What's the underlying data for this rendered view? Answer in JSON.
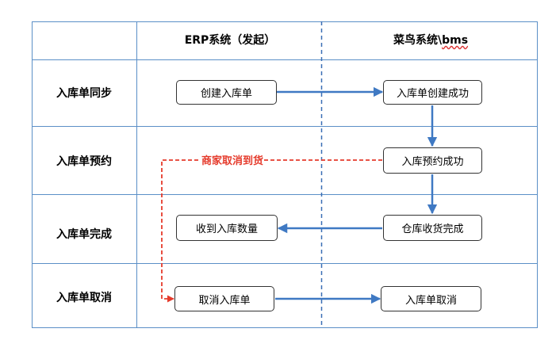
{
  "colors": {
    "arrow_blue": "#3f79c3",
    "arrow_red": "#e53b2c",
    "grid": "#5b8fc7",
    "divider": "#3a6fb5"
  },
  "header": {
    "erp": "ERP系统（发起）",
    "cainiao_prefix": "菜鸟系统\\",
    "cainiao_suffix": "bms"
  },
  "rows": [
    {
      "label": "入库单同步"
    },
    {
      "label": "入库单预约"
    },
    {
      "label": "入库单完成"
    },
    {
      "label": "入库单取消"
    }
  ],
  "nodes": {
    "create_inbound": "创建入库单",
    "inbound_created": "入库单创建成功",
    "reservation_ok": "入库预约成功",
    "receive_qty": "收到入库数量",
    "warehouse_done": "仓库收货完成",
    "cancel_inbound": "取消入库单",
    "inbound_cancelled": "入库单取消"
  },
  "annotation": {
    "merchant_cancel": "商家取消到货"
  }
}
